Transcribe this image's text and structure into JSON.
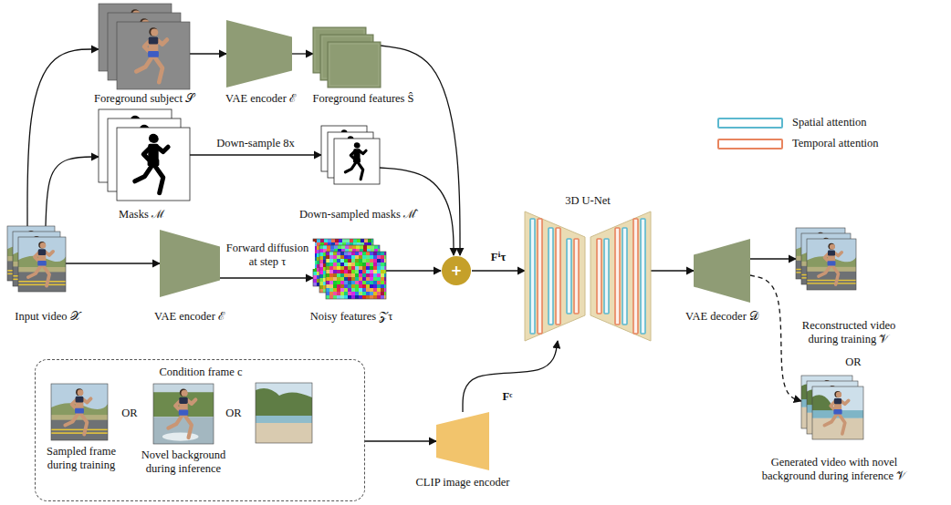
{
  "diagram": {
    "nodes": [
      {
        "text": [
          "Foreground subject 𝒮"
        ]
      },
      {
        "text": [
          "VAE encoder ℰ"
        ]
      },
      {
        "text": [
          "Foreground features Ŝ"
        ]
      },
      {
        "text": [
          "Masks ℳ"
        ]
      },
      {
        "text": [
          "Down-sampled masks ℳ̂"
        ]
      },
      {
        "text": [
          "Input video 𝒳"
        ]
      },
      {
        "text": [
          "VAE encoder ℰ"
        ]
      },
      {
        "text": [
          "Noisy features 𝒵τ"
        ]
      },
      {
        "text": [
          "+"
        ]
      },
      {
        "text": [
          "3D U-Net"
        ]
      },
      {
        "text": [
          "VAE decoder 𝒟"
        ]
      },
      {
        "text": [
          "Reconstructed video during training 𝒱"
        ]
      },
      {
        "text": [
          "Generated video with novel background during inference 𝒱"
        ]
      },
      {
        "text": [
          "Condition frame c"
        ]
      },
      {
        "text": [
          "Sampled frame during training"
        ],
        "in": 13
      },
      {
        "text": [
          "Novel background during inference"
        ],
        "in": 13
      },
      {
        "text": [
          "CLIP image encoder"
        ]
      }
    ],
    "edges": [
      {
        "from": 5,
        "to": 0,
        "arrow": "to"
      },
      {
        "from": 5,
        "to": 3,
        "arrow": "to"
      },
      {
        "from": 0,
        "to": 1,
        "arrow": "to"
      },
      {
        "from": 1,
        "to": 2,
        "arrow": "to"
      },
      {
        "from": 3,
        "to": 4,
        "label": "Down-sample 8x",
        "arrow": "to"
      },
      {
        "from": 5,
        "to": 6,
        "arrow": "to"
      },
      {
        "from": 6,
        "to": 7,
        "label": "Forward diffusion at step τ",
        "arrow": "to"
      },
      {
        "from": 7,
        "to": 8,
        "arrow": "to"
      },
      {
        "from": 4,
        "to": 8,
        "arrow": "to"
      },
      {
        "from": 2,
        "to": 8,
        "arrow": "to"
      },
      {
        "from": 8,
        "to": 9,
        "label": "Fⁱτ",
        "arrow": "to"
      },
      {
        "from": 16,
        "to": 9,
        "label": "Fᶜ",
        "arrow": "to"
      },
      {
        "from": 13,
        "to": 16,
        "arrow": "to"
      },
      {
        "from": 9,
        "to": 10,
        "arrow": "to"
      },
      {
        "from": 10,
        "to": 11,
        "arrow": "to"
      },
      {
        "from": 10,
        "to": 12,
        "arrow": "to"
      }
    ],
    "labels": [
      "OR",
      "OR",
      "OR"
    ],
    "legend": [
      {
        "text": "Spatial attention",
        "color": "#5bb8cf"
      },
      {
        "text": "Temporal attention",
        "color": "#e8845e"
      }
    ]
  }
}
